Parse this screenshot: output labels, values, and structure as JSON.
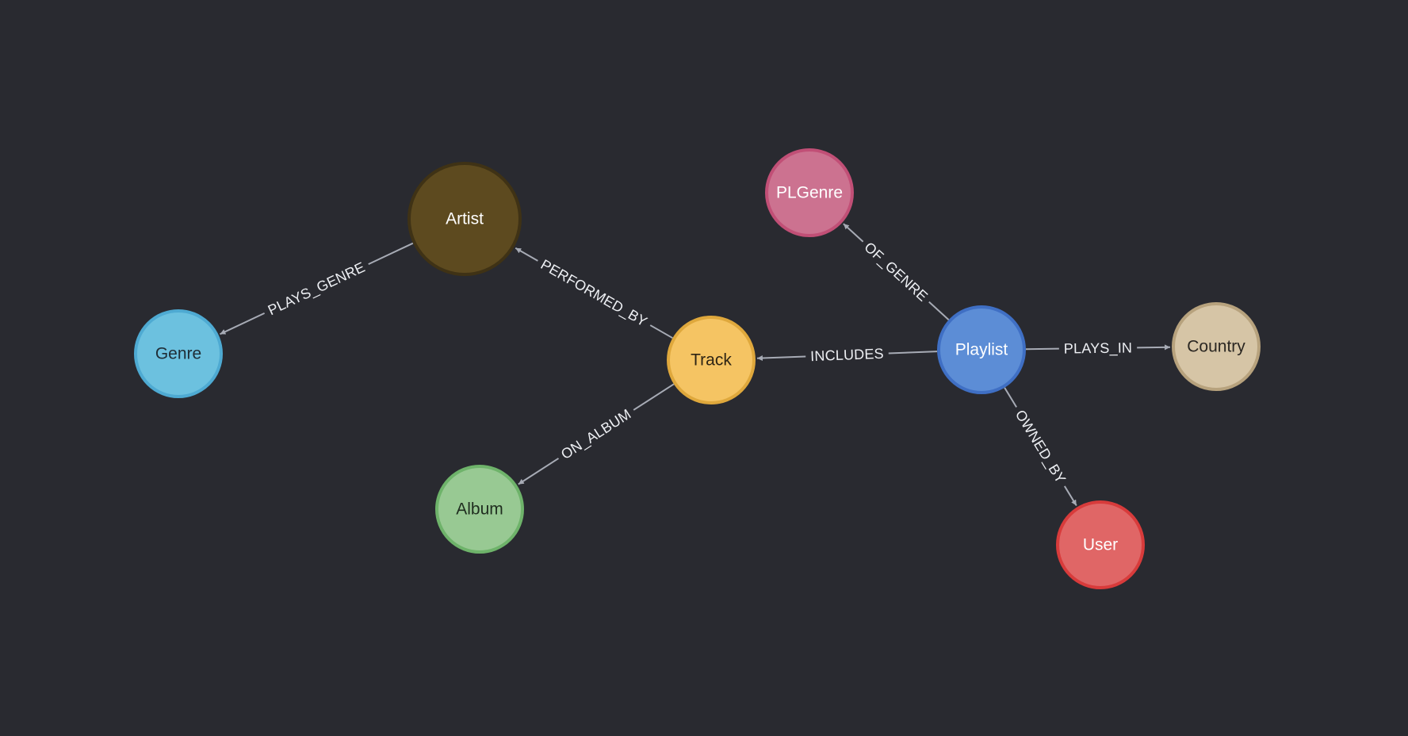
{
  "graph": {
    "nodes": [
      {
        "id": "artist",
        "label": "Artist",
        "fill": "#5d4a1f",
        "stroke": "#3f3215",
        "text_color": "#ffffff"
      },
      {
        "id": "genre",
        "label": "Genre",
        "fill": "#6cc1df",
        "stroke": "#4eaad2",
        "text_color": "#1f2d36"
      },
      {
        "id": "track",
        "label": "Track",
        "fill": "#f5c463",
        "stroke": "#dfa83c",
        "text_color": "#2d2414"
      },
      {
        "id": "album",
        "label": "Album",
        "fill": "#98c993",
        "stroke": "#6eb36a",
        "text_color": "#1f2d1f"
      },
      {
        "id": "plgenre",
        "label": "PLGenre",
        "fill": "#cc7290",
        "stroke": "#c14f76",
        "text_color": "#ffffff"
      },
      {
        "id": "playlist",
        "label": "Playlist",
        "fill": "#5c8dd6",
        "stroke": "#3f6fc4",
        "text_color": "#ffffff"
      },
      {
        "id": "country",
        "label": "Country",
        "fill": "#d6c5a6",
        "stroke": "#b7a27d",
        "text_color": "#2b2722"
      },
      {
        "id": "user",
        "label": "User",
        "fill": "#e06666",
        "stroke": "#d83b3b",
        "text_color": "#ffffff"
      }
    ],
    "edges": [
      {
        "id": "plays-genre",
        "label": "PLAYS_GENRE",
        "source": "artist",
        "target": "genre"
      },
      {
        "id": "performed-by",
        "label": "PERFORMED_BY",
        "source": "track",
        "target": "artist"
      },
      {
        "id": "on-album",
        "label": "ON_ALBUM",
        "source": "track",
        "target": "album"
      },
      {
        "id": "includes",
        "label": "INCLUDES",
        "source": "playlist",
        "target": "track"
      },
      {
        "id": "of-genre",
        "label": "OF_GENRE",
        "source": "playlist",
        "target": "plgenre"
      },
      {
        "id": "plays-in",
        "label": "PLAYS_IN",
        "source": "playlist",
        "target": "country"
      },
      {
        "id": "owned-by",
        "label": "OWNED_BY",
        "source": "playlist",
        "target": "user"
      }
    ],
    "colors": {
      "background": "#292a30",
      "edge": "#a7abb5",
      "edge_label": "#eef0f4"
    }
  }
}
